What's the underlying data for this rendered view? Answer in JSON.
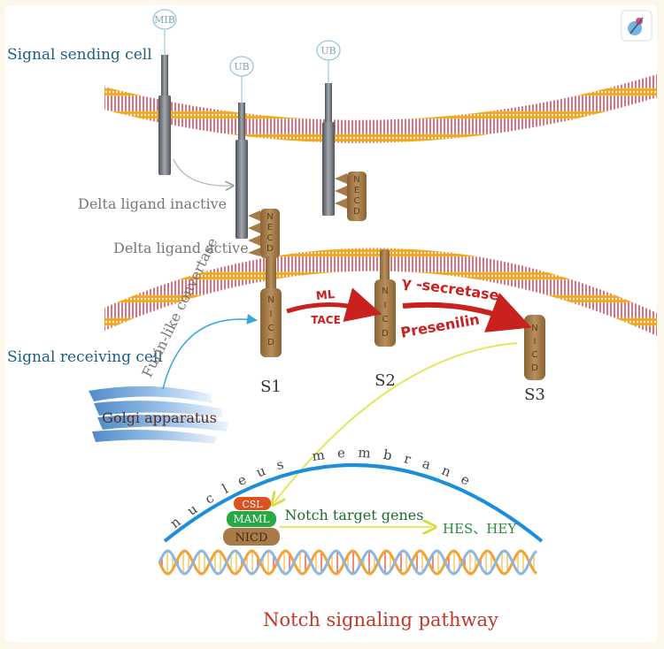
{
  "labels": {
    "sending_cell": "Signal sending cell",
    "receiving_cell": "Signal receiving cell",
    "delta_inactive": "Delta ligand inactive",
    "delta_active": "Delta ligand active",
    "furin": "Furin-like convertase",
    "golgi": "Golgi apparatus",
    "ml": "ML",
    "tace": "TACE",
    "gamma_secretase": "γ -secretase",
    "presenilin": "Presenilin",
    "s1": "S1",
    "s2": "S2",
    "s3": "S3",
    "nucleus_membrane": "nucleus membrane",
    "csl": "CSL",
    "maml": "MAML",
    "nicd_box": "NICD",
    "target_genes": "Notch target genes",
    "hes_hey": "HES、HEY",
    "title": "Notch signaling pathway"
  },
  "ligand_rings": [
    "MIB",
    "UB",
    "UB"
  ],
  "necd_letters": [
    "N",
    "E",
    "C",
    "D"
  ],
  "nicd_letters": [
    "N",
    "I",
    "C",
    "D"
  ],
  "colors": {
    "membrane_tail": "#c8102e",
    "membrane_head": "#f2a81d",
    "ligand_rod": "#7a7f86",
    "notch_brown": "#a77b47",
    "red_arrow": "#c8211e",
    "yellow_arrow": "#e8ea5a",
    "nucleus_arc": "#1c8fd8",
    "csl": "#d9541e",
    "maml": "#27a845",
    "nicd": "#a77b47",
    "dna_orange": "#f0a33a",
    "dna_blue": "#8fb6dd"
  }
}
